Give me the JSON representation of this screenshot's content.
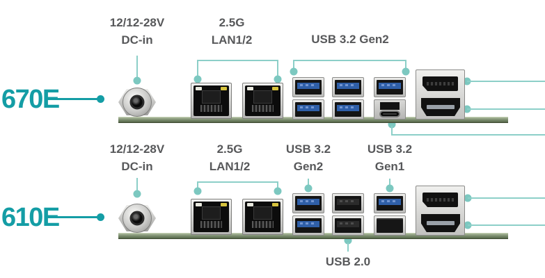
{
  "top_board": {
    "model": "670E",
    "dc_label_line1": "12/12-28V",
    "dc_label_line2": "DC-in",
    "lan_label_line1": "2.5G",
    "lan_label_line2": "LAN1/2",
    "usb_label": "USB 3.2 Gen2"
  },
  "bottom_board": {
    "model": "610E",
    "dc_label_line1": "12/12-28V",
    "dc_label_line2": "DC-in",
    "lan_label_line1": "2.5G",
    "lan_label_line2": "LAN1/2",
    "usb_gen2_label_line1": "USB 3.2",
    "usb_gen2_label_line2": "Gen2",
    "usb_gen1_label_line1": "USB 3.2",
    "usb_gen1_label_line2": "Gen1",
    "usb20_label": "USB 2.0"
  },
  "colors": {
    "accent_teal": "#149da5",
    "callout_teal_line": "#8ccfc8",
    "callout_teal_dot": "#7cc8c0",
    "label_gray": "#57585a",
    "pcb_green": "#75886a",
    "usb_blue": "#2f5fa8",
    "led_yellow": "#d6c33e"
  }
}
